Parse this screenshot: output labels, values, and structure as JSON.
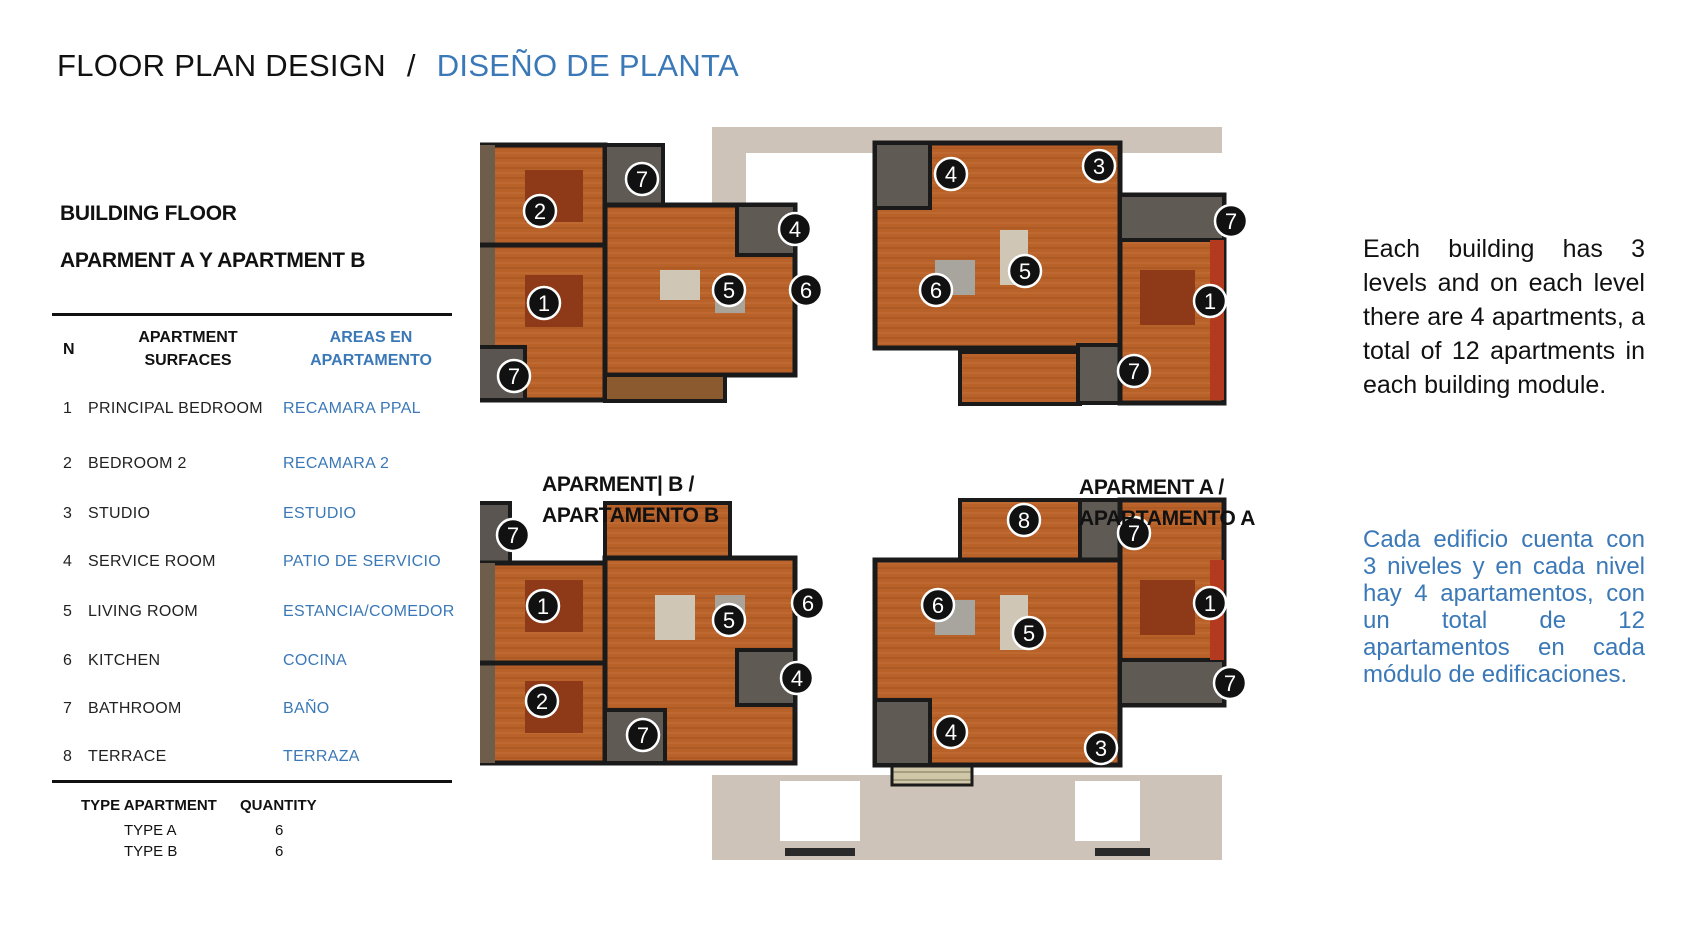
{
  "title": {
    "english": "FLOOR PLAN DESIGN",
    "separator": "/",
    "spanish": "DISEÑO DE PLANTA"
  },
  "building_floor": "BUILDING FLOOR",
  "apartments_heading": "APARMENT A  Y APARTMENT B",
  "areas_table": {
    "headers": {
      "n": "N",
      "surfaces": [
        "APARTMENT",
        "SURFACES"
      ],
      "areas": [
        "AREAS EN",
        "APARTAMENTO"
      ]
    },
    "rows": [
      {
        "n": "1",
        "en": "PRINCIPAL BEDROOM",
        "es": "RECAMARA PPAL"
      },
      {
        "n": "2",
        "en": "BEDROOM 2",
        "es": "RECAMARA 2"
      },
      {
        "n": "3",
        "en": "STUDIO",
        "es": "ESTUDIO"
      },
      {
        "n": "4",
        "en": "SERVICE ROOM",
        "es": "PATIO DE SERVICIO"
      },
      {
        "n": "5",
        "en": "LIVING ROOM",
        "es": "ESTANCIA/COMEDOR"
      },
      {
        "n": "6",
        "en": "KITCHEN",
        "es": "COCINA"
      },
      {
        "n": "7",
        "en": "BATHROOM",
        "es": "BAÑO"
      },
      {
        "n": "8",
        "en": "TERRACE",
        "es": "TERRAZA"
      }
    ]
  },
  "type_table": {
    "headers": {
      "type": "TYPE APARTMENT",
      "quantity": "QUANTITY"
    },
    "rows": [
      {
        "type": "TYPE A",
        "quantity": "6"
      },
      {
        "type": "TYPE B",
        "quantity": "6"
      }
    ]
  },
  "plan_labels": {
    "apartment_b": [
      "APARMENT| B /",
      "APARTAMENTO B"
    ],
    "apartment_a": [
      "APARMENT A /",
      "APARTAMENTO A"
    ]
  },
  "room_markers": {
    "b_top": [
      "2",
      "7",
      "1",
      "7",
      "5",
      "4",
      "6"
    ],
    "a_top": [
      "4",
      "3",
      "7",
      "5",
      "6",
      "1",
      "7"
    ],
    "b_bottom": [
      "7",
      "1",
      "2",
      "5",
      "6",
      "4",
      "7"
    ],
    "a_bottom": [
      "8",
      "7",
      "6",
      "5",
      "1",
      "7",
      "4",
      "3"
    ]
  },
  "description_en": "Each building has 3 levels and on each level there are 4 apartments, a total of 12 apartments in each building module.",
  "description_es": "Cada edificio cuenta con 3 niveles y en cada nivel hay 4 apartamentos, con un total de 12 apartamentos en cada módulo de edificaciones.",
  "colors": {
    "accent_blue": "#3a78b7",
    "floor_wood": "#b8622a",
    "wall": "#1a1a1a",
    "walkway": "#cdc3b8"
  }
}
